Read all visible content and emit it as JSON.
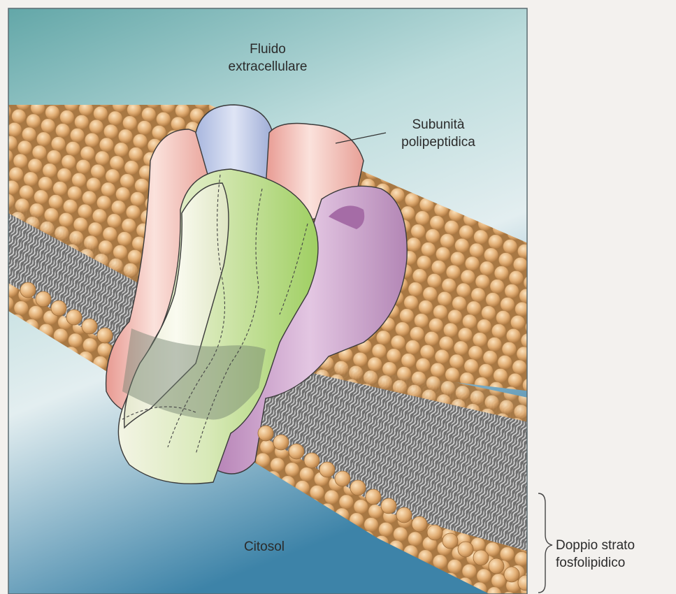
{
  "labels": {
    "extracellular": [
      "Fluido",
      "extracellulare"
    ],
    "subunit": [
      "Subunità",
      "polipeptidica"
    ],
    "cytosol": "Citosol",
    "bilayer": [
      "Doppio strato",
      "fosfolipidico"
    ]
  },
  "colors": {
    "bg_top": "#5fa3a6",
    "bg_mid": "#cfe3e4",
    "bg_bottom": "#3a7fa6",
    "lipid_head": "#e3b37c",
    "lipid_head_dark": "#b8824a",
    "tail_band": "#7d7d7d",
    "subunit_pink": "#f2b6ae",
    "subunit_blue": "#b9c6e6",
    "subunit_green": "#c6df9c",
    "subunit_purple": "#c79bc6",
    "subunit_cream": "#eef0dc",
    "page_bg": "#f3f1ee"
  }
}
